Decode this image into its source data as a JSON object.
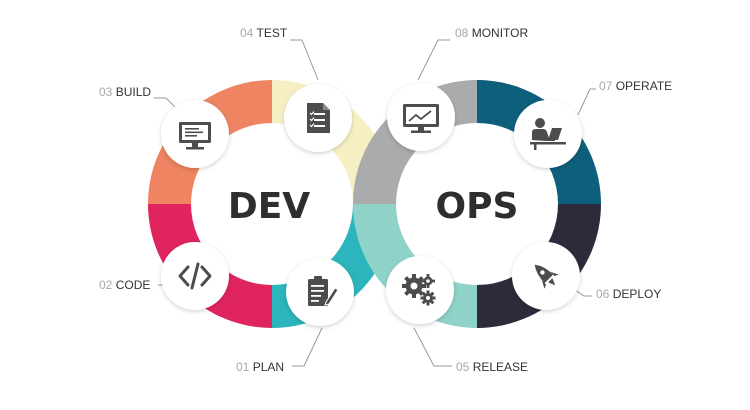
{
  "loops": {
    "dev": {
      "title": "DEV"
    },
    "ops": {
      "title": "OPS"
    }
  },
  "steps": [
    {
      "number": "01",
      "name": "PLAN",
      "icon": "clipboard-pencil-icon",
      "color": "#2cb5bc"
    },
    {
      "number": "02",
      "name": "CODE",
      "icon": "code-brackets-icon",
      "color": "#e0245e"
    },
    {
      "number": "03",
      "name": "BUILD",
      "icon": "computer-monitor-icon",
      "color": "#ee8461"
    },
    {
      "number": "04",
      "name": "TEST",
      "icon": "checklist-document-icon",
      "color": "#f7efc4"
    },
    {
      "number": "05",
      "name": "RELEASE",
      "icon": "gears-icon",
      "color": "#8fd2c7"
    },
    {
      "number": "06",
      "name": "DEPLOY",
      "icon": "rocket-icon",
      "color": "#2b2b3b"
    },
    {
      "number": "07",
      "name": "OPERATE",
      "icon": "person-laptop-icon",
      "color": "#0e5f7c"
    },
    {
      "number": "08",
      "name": "MONITOR",
      "icon": "chart-monitor-icon",
      "color": "#a9abad"
    }
  ],
  "colors": {
    "icon": "#4d4d4d",
    "connector": "#9a9a9a"
  }
}
